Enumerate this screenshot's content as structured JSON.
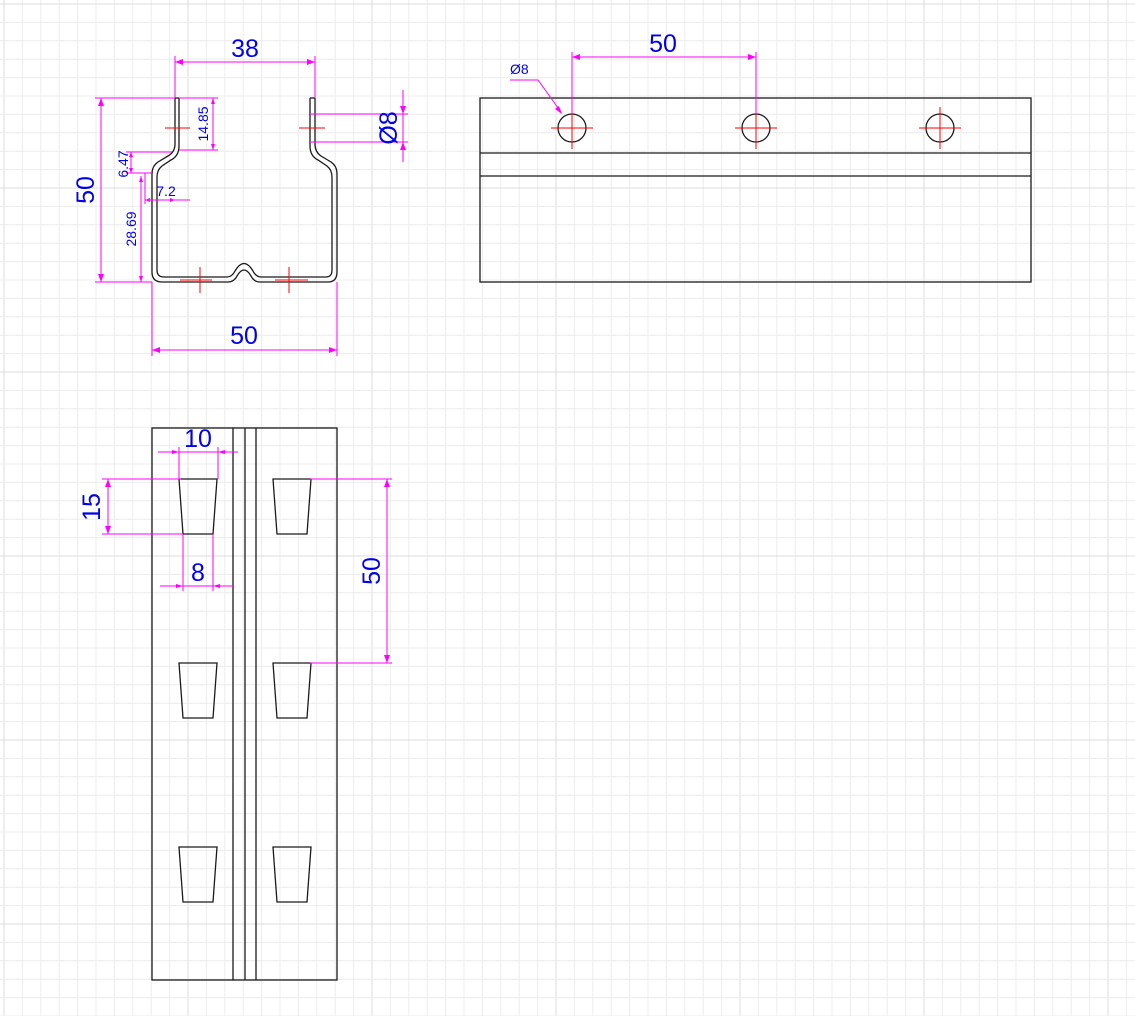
{
  "colors": {
    "geometry": "#1a1a1a",
    "dimension_line": "#ff00ff",
    "dimension_text": "#0000ee",
    "center_mark": "#ff0000",
    "grid": "#dcdcdc"
  },
  "side_view": {
    "top_gap": "38",
    "height": "50",
    "hole_diameter": "Ø8",
    "flange_length": "14.85",
    "bend_height": "6.47",
    "bend_offset": "7.2",
    "lower_height": "28.69",
    "bottom_width": "50"
  },
  "top_view": {
    "hole_spacing": "50",
    "hole_label": "Ø8"
  },
  "front_view": {
    "slot_width": "10",
    "slot_height": "15",
    "slot_offset": "8",
    "slot_spacing": "50"
  }
}
